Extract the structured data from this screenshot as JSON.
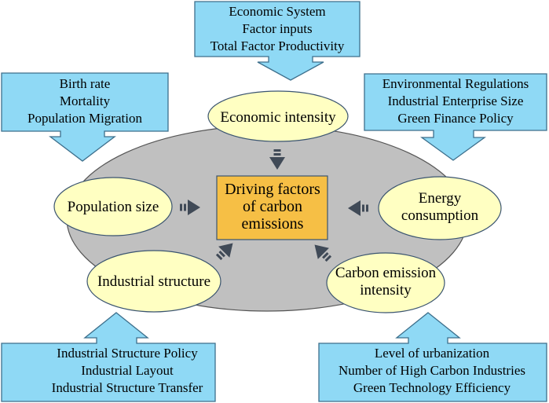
{
  "diagram": {
    "center": {
      "lines": [
        "Driving factors",
        "of carbon",
        "emissions"
      ]
    },
    "factors": {
      "economic": {
        "lines": [
          "Economic intensity"
        ]
      },
      "population": {
        "lines": [
          "Population size"
        ]
      },
      "energy": {
        "lines": [
          "Energy",
          "consumption"
        ]
      },
      "industrial": {
        "lines": [
          "Industrial structure"
        ]
      },
      "carbon_intensity": {
        "lines": [
          "Carbon emission",
          "intensity"
        ]
      }
    },
    "influences": {
      "top": {
        "lines": [
          "Economic System",
          "Factor inputs",
          "Total Factor Productivity"
        ]
      },
      "top_left": {
        "lines": [
          "Birth rate",
          "Mortality",
          "Population Migration"
        ]
      },
      "top_right": {
        "lines": [
          "Environmental Regulations",
          "Industrial Enterprise Size",
          "Green Finance Policy"
        ]
      },
      "bottom_left": {
        "lines": [
          "Industrial Structure Policy",
          "Industrial Layout",
          "Industrial Structure Transfer"
        ]
      },
      "bottom_right": {
        "lines": [
          "Level of urbanization",
          "Number of High Carbon Industries",
          "Green Technology Efficiency"
        ]
      }
    },
    "colors": {
      "callout_fill": "#8FD9F5",
      "callout_stroke": "#3D6F8C",
      "factor_fill": "#FFFFC2",
      "factor_stroke": "#3A5470",
      "core_fill": "#C0C0C0",
      "center_fill": "#F6BF45",
      "center_stroke": "#3A5470",
      "arrow": "#404A57"
    }
  }
}
